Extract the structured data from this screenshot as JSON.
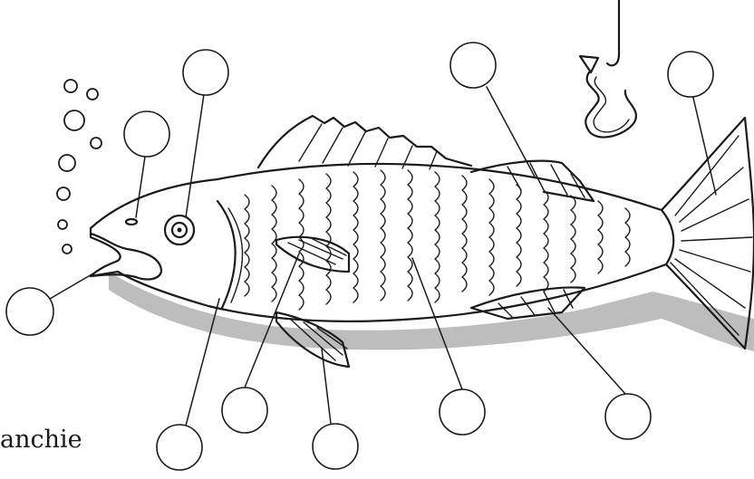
{
  "caption": "anchie",
  "labels": [
    {
      "id": "mouth",
      "text": ""
    },
    {
      "id": "nostril",
      "text": ""
    },
    {
      "id": "eye",
      "text": ""
    },
    {
      "id": "gill-cover",
      "text": ""
    },
    {
      "id": "pectoral-fin",
      "text": ""
    },
    {
      "id": "pelvic-fin",
      "text": ""
    },
    {
      "id": "scales",
      "text": ""
    },
    {
      "id": "dorsal-fin",
      "text": ""
    },
    {
      "id": "anal-fin",
      "text": ""
    },
    {
      "id": "tail-fin",
      "text": ""
    }
  ],
  "colors": {
    "ink": "#1a1a1a",
    "shadow": "#bdbdbd",
    "paper": "#ffffff"
  },
  "icons": [
    "air-bubbles-icon",
    "fishing-hook-icon",
    "worm-bait-icon"
  ]
}
